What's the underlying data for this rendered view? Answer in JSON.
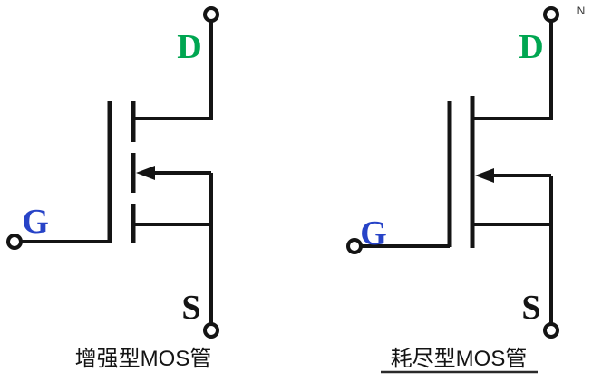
{
  "page": {
    "background": "#ffffff",
    "watermark_text": "N"
  },
  "colors": {
    "line": "#141414",
    "drain": "#00a651",
    "gate": "#2743c7",
    "source": "#141414",
    "caption": "#141414"
  },
  "diagrams": [
    {
      "name": "enhancement-mosfet",
      "channel_style": "dashed",
      "labels": {
        "drain": "D",
        "gate": "G",
        "source": "S"
      },
      "caption": "增强型MOS管"
    },
    {
      "name": "depletion-mosfet",
      "channel_style": "solid",
      "labels": {
        "drain": "D",
        "gate": "G",
        "source": "S"
      },
      "caption": "耗尽型MOS管"
    }
  ]
}
